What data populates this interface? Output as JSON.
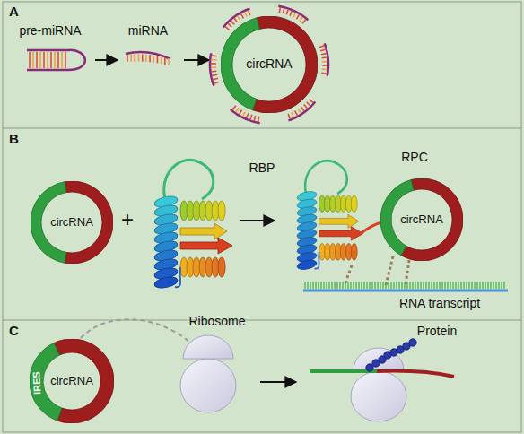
{
  "diagram": {
    "nodes": [
      {
        "text": [
          "circRNA"
        ]
      },
      {
        "text": [
          "circRNA"
        ]
      },
      {
        "text": [
          "circRNA"
        ]
      },
      {
        "text": [
          "IRES",
          "circRNA"
        ]
      }
    ],
    "labels": [
      "A",
      "pre-miRNA",
      "miRNA",
      "B",
      "+",
      "RBP",
      "RPC",
      "RNA transcript",
      "C",
      "Ribosome",
      "Protein"
    ]
  }
}
